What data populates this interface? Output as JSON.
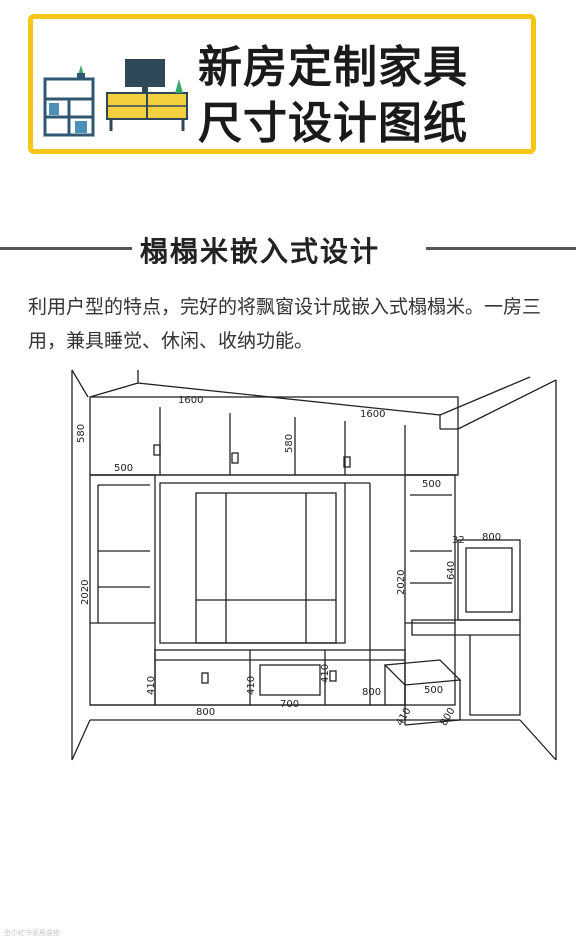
{
  "banner": {
    "title_line1": "新房定制家具",
    "title_line2": "尺寸设计图纸",
    "icon": "furniture-illustration-icon",
    "accent_color": "#f5c518"
  },
  "section": {
    "heading": "榻榻米嵌入式设计",
    "description": "利用户型的特点，完好的将飘窗设计成嵌入式榻榻米。一房三用，兼具睡觉、休闲、收纳功能。"
  },
  "drawing": {
    "dimensions": {
      "top_width_left": "1600",
      "top_width_right": "1600",
      "upper_cabinet_height": "580",
      "upper_cabinet_height_mid": "580",
      "side_depth_left": "500",
      "side_depth_right": "500",
      "tall_height_left": "2020",
      "tall_height_right": "2020",
      "mirror_width": "800",
      "mirror_height": "640",
      "mirror_offset": "32",
      "bed_height_left": "410",
      "bed_height_mid": "410",
      "bed_height_right": "410",
      "bed_width_left": "800",
      "bed_width_mid": "700",
      "bed_width_right": "800",
      "stool_width": "500",
      "stool_depth": "800",
      "stool_height": "410"
    }
  },
  "watermark": "由小红书家居装修"
}
